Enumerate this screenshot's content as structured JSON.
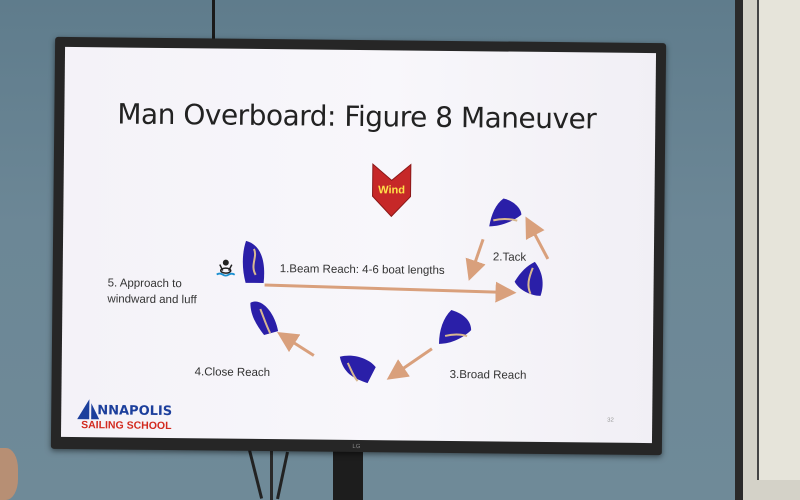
{
  "slide": {
    "title": "Man Overboard: Figure 8 Maneuver",
    "wind_label": "Wind",
    "steps": [
      {
        "label": "1.Beam Reach: 4-6 boat lengths"
      },
      {
        "label": "2.Tack"
      },
      {
        "label": "3.Broad Reach"
      },
      {
        "label": "4.Close Reach"
      },
      {
        "label": "5. Approach to\nwindward and luff"
      }
    ],
    "page_number": "32",
    "logo": {
      "line1": "NNAPOLIS",
      "line2": "SAILING SCHOOL"
    },
    "monitor_brand": "LG"
  },
  "colors": {
    "boat_hull": "#2a1fa8",
    "boat_accent": "#d8b890",
    "arrow": "#d9a07c",
    "wind_arrow": "#c62828",
    "wind_text": "#ffe24a",
    "logo_blue": "#1c3f9c",
    "logo_red": "#d22a1f"
  },
  "icons": [
    "wind-arrow-icon",
    "swimmer-buoy-icon",
    "sailboat-icon",
    "sailboat-logo-icon"
  ]
}
